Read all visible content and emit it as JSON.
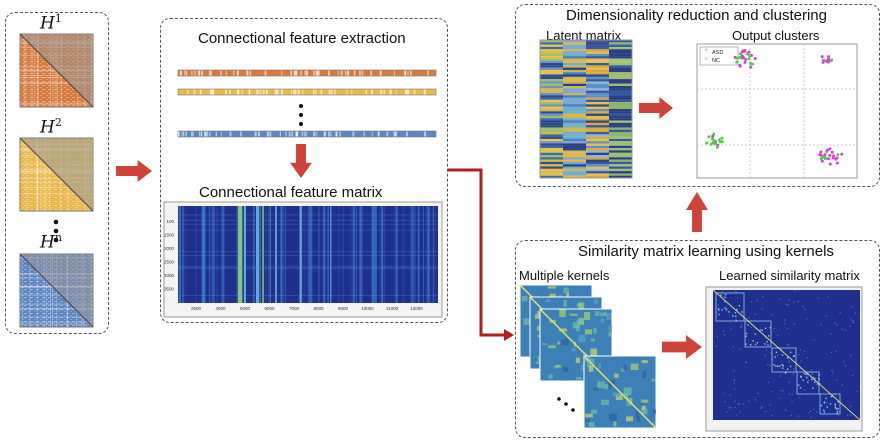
{
  "colors": {
    "arrow": "#d0433a",
    "connector": "#b01e1e",
    "heatmap_bg": "#1f2f8c",
    "orange": "#d77a3d",
    "yellow": "#e8b94a",
    "blue": "#5d86c0",
    "asd": "#e23ad8",
    "nc": "#45d23b"
  },
  "left_panel": {
    "matrices": [
      {
        "symbol": "H",
        "sup": "1",
        "color": "orange"
      },
      {
        "symbol": "H",
        "sup": "2",
        "color": "yellow"
      },
      {
        "symbol": "H",
        "sup": "n",
        "color": "blue"
      }
    ]
  },
  "feature_panel": {
    "title": "Connectional feature extraction",
    "matrix_title": "Connectional feature matrix",
    "y_ticks": [
      "100",
      "1500",
      "2000",
      "2500",
      "3000",
      "3500"
    ],
    "x_ticks": [
      "2500",
      "4000",
      "5000",
      "6000",
      "7000",
      "8000",
      "9000",
      "10000",
      "11000",
      "12000"
    ]
  },
  "dr_panel": {
    "title": "Dimensionality reduction and clustering",
    "latent_label": "Latent matrix",
    "clusters_label": "Output clusters",
    "legend": [
      "ASD",
      "NC"
    ]
  },
  "sim_panel": {
    "title": "Similarity matrix learning using kernels",
    "kernels_label": "Multiple kernels",
    "learned_label": "Learned similarity matrix"
  }
}
